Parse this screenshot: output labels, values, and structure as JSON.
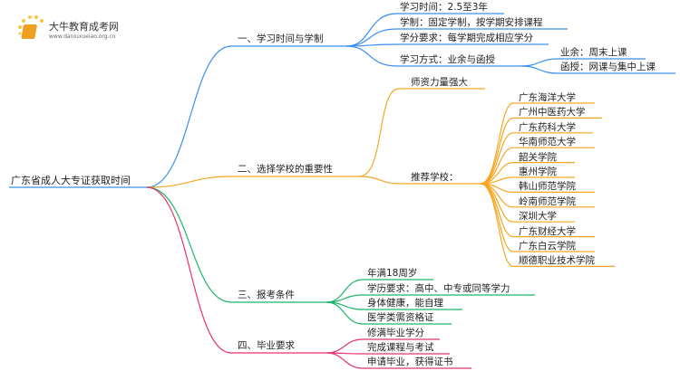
{
  "logo": {
    "name": "大牛教育成考网",
    "url": "www.daniuxueiao.org.cn"
  },
  "root": "广东省成人大专证获取时间",
  "colors": {
    "b1": "#3a8ef0",
    "b2": "#f5a623",
    "b3": "#1fb56b",
    "b4": "#e8336d"
  },
  "branches": [
    {
      "label": "一、学习时间与学制",
      "items": [
        "学习时间：2.5至3年",
        "学制：固定学制，按学期安排课程",
        "学分要求：每学期完成相应学分",
        "学习方式：业余与函授"
      ],
      "sub": [
        "业余：周末上课",
        "函授：网课与集中上课"
      ]
    },
    {
      "label": "二、选择学校的重要性",
      "items": [
        "师资力量强大",
        "推荐学校："
      ],
      "schools": [
        "广东海洋大学",
        "广州中医药大学",
        "广东药科大学",
        "华南师范大学",
        "韶关学院",
        "惠州学院",
        "韩山师范学院",
        "岭南师范学院",
        "深圳大学",
        "广东财经大学",
        "广东白云学院",
        "顺德职业技术学院"
      ]
    },
    {
      "label": "三、报考条件",
      "items": [
        "年满18周岁",
        "学历要求：高中、中专或同等学力",
        "身体健康，能自理",
        "医学类需资格证"
      ]
    },
    {
      "label": "四、毕业要求",
      "items": [
        "修满毕业学分",
        "完成课程与考试",
        "申请毕业，获得证书"
      ]
    }
  ]
}
